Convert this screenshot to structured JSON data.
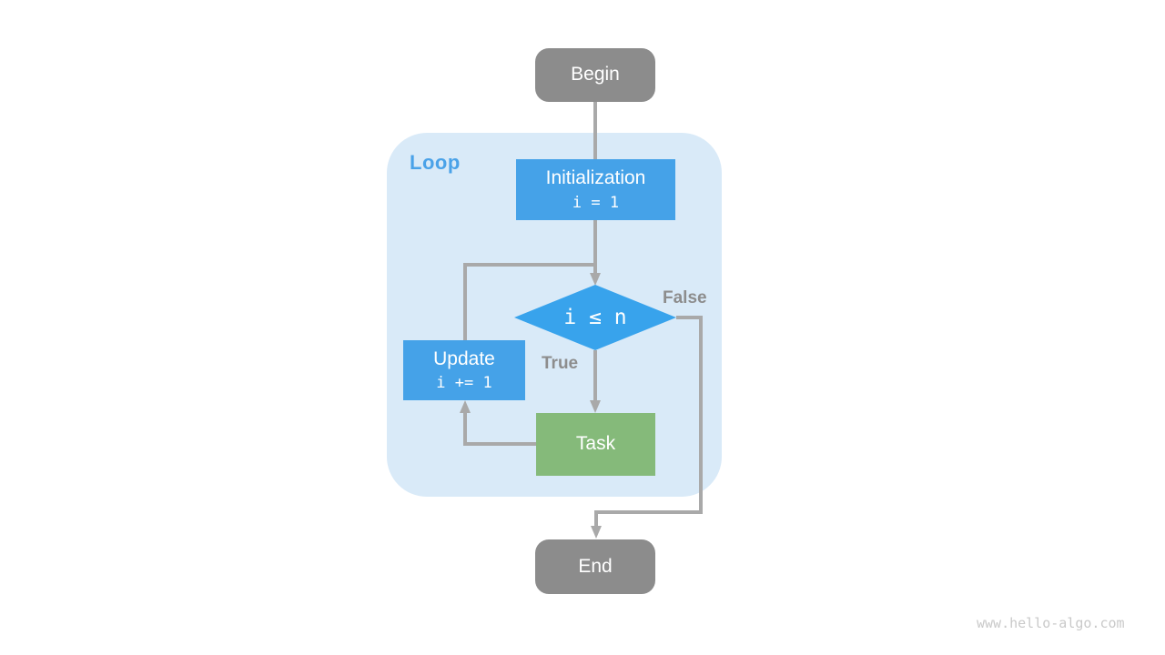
{
  "watermark": "www.hello-algo.com",
  "colors": {
    "terminal_gray": "#8c8c8c",
    "process_blue": "#45a2e8",
    "decision_blue": "#38a3ec",
    "task_green": "#85ba7a",
    "loop_background": "#d9eaf8",
    "loop_label_blue": "#4aa2e8",
    "connector_gray": "#a9a9a9",
    "edge_label_gray": "#8d8d8d"
  },
  "flowchart": {
    "begin": {
      "label": "Begin"
    },
    "loop": {
      "label": "Loop"
    },
    "initialization": {
      "title": "Initialization",
      "code": "i = 1"
    },
    "condition": {
      "code": "i ≤ n"
    },
    "update": {
      "title": "Update",
      "code": "i += 1"
    },
    "task": {
      "label": "Task"
    },
    "end": {
      "label": "End"
    },
    "edge_labels": {
      "true_label": "True",
      "false_label": "False"
    }
  }
}
